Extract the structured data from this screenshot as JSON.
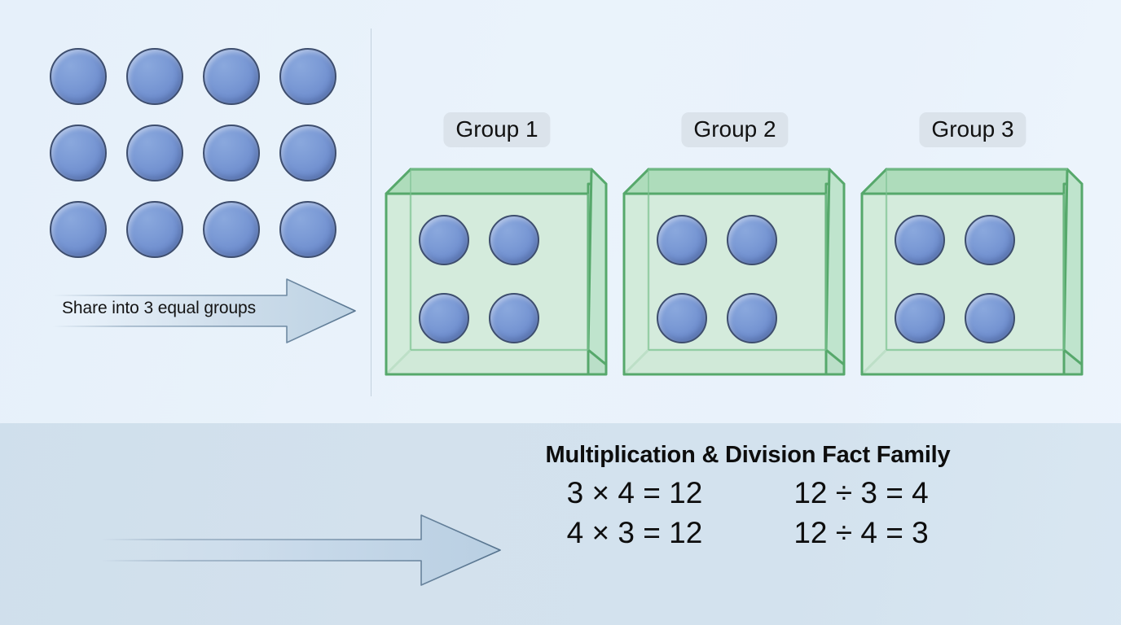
{
  "colors": {
    "background_start": "#e6f0fa",
    "background_end": "#eef5fd",
    "disc_fill": "#7c9bd6",
    "disc_stroke": "#3e4e6e",
    "box_fill": "#d6ecdc",
    "box_stroke": "#56a86b",
    "box_edge_fill": "#a9dcb6",
    "group_label_bg": "#dbe3eb",
    "panel_bg": "#d3e1ed",
    "arrow_fill": "#c2d6e6",
    "arrow_stroke": "#5a7792",
    "divider": "#c3d2de",
    "text": "#0d0d0d"
  },
  "top_section": {
    "counter_grid": {
      "total_count": 12,
      "rows": 3,
      "columns": 4,
      "disc_icon": "blue-counter-disc"
    },
    "share_arrow": {
      "label": "Share into 3 equal groups",
      "icon": "right-arrow-icon",
      "direction": "right"
    },
    "groups": [
      {
        "label": "Group 1",
        "item_count": 4,
        "box_icon": "open-box-3d-icon"
      },
      {
        "label": "Group 2",
        "item_count": 4,
        "box_icon": "open-box-3d-icon"
      },
      {
        "label": "Group 3",
        "item_count": 4,
        "box_icon": "open-box-3d-icon"
      }
    ]
  },
  "bottom_panel": {
    "result_arrow": {
      "icon": "long-right-arrow-icon",
      "direction": "right"
    },
    "fact_family": {
      "title": "Multiplication & Division Fact Family",
      "rows": [
        {
          "multiplication": "3 × 4 = 12",
          "division": "12 ÷ 3 = 4"
        },
        {
          "multiplication": "4 × 3 = 12",
          "division": "12 ÷ 4 = 3"
        }
      ]
    }
  }
}
